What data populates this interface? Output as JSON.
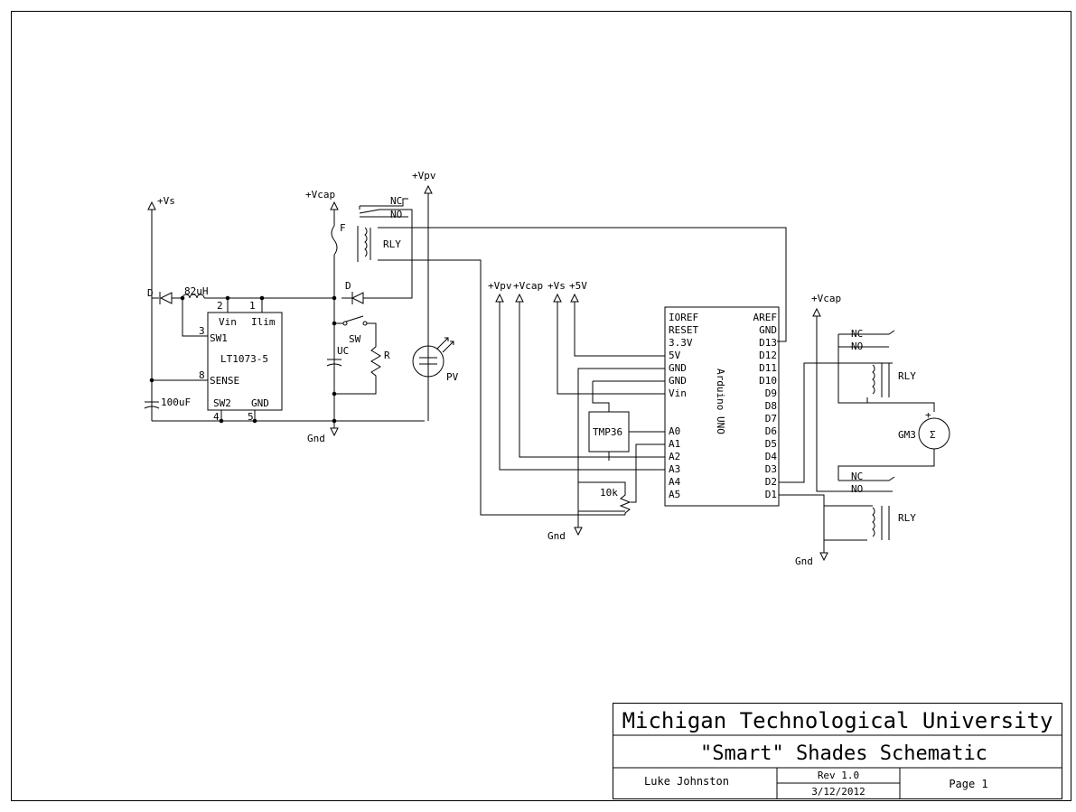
{
  "title_block": {
    "institution": "Michigan Technological University",
    "title": "\"Smart\" Shades Schematic",
    "author": "Luke Johnston",
    "revision": "Rev 1.0",
    "date": "3/12/2012",
    "page": "Page 1"
  },
  "power_labels": {
    "vs": "+Vs",
    "vcap_1": "+Vcap",
    "vpv_1": "+Vpv",
    "vpv_2": "+Vpv",
    "vcap_2": "+Vcap",
    "vs_2": "+Vs",
    "v5": "+5V",
    "vcap_3": "+Vcap",
    "gnd_1": "Gnd",
    "gnd_2": "Gnd",
    "gnd_3": "Gnd"
  },
  "components": {
    "diode_1": "D",
    "inductor": "82uH",
    "cap_100uf": "100uF",
    "regulator": "LT1073-5",
    "fuse": "F",
    "diode_2": "D",
    "switch": "SW",
    "ucap": "UC",
    "resistor": "R",
    "pv": "PV",
    "relay_1": "RLY",
    "relay_2": "RLY",
    "relay_3": "RLY",
    "temp_sensor": "TMP36",
    "pot": "10k",
    "motor": "GM3",
    "motor_symbol": "Σ",
    "motor_plus": "+",
    "arduino": "Arduino UNO"
  },
  "regulator_pins": {
    "vin": "Vin",
    "ilim": "Ilim",
    "sw1": "SW1",
    "sense": "SENSE",
    "sw2": "SW2",
    "gnd": "GND",
    "n2": "2",
    "n1": "1",
    "n3": "3",
    "n8": "8",
    "n4": "4",
    "n5": "5"
  },
  "relay_contacts": {
    "r1_nc": "NC",
    "r1_no": "NO",
    "r2_nc": "NC",
    "r2_no": "NO",
    "r3_nc": "NC",
    "r3_no": "NO"
  },
  "arduino_left_pins": [
    "IOREF",
    "RESET",
    "3.3V",
    "5V",
    "GND",
    "GND",
    "Vin",
    "",
    "",
    "A0",
    "A1",
    "A2",
    "A3",
    "A4",
    "A5"
  ],
  "arduino_right_pins": [
    "AREF",
    "GND",
    "D13",
    "D12",
    "D11",
    "D10",
    "D9",
    "D8",
    "D7",
    "D6",
    "D5",
    "D4",
    "D3",
    "D2",
    "D1"
  ]
}
